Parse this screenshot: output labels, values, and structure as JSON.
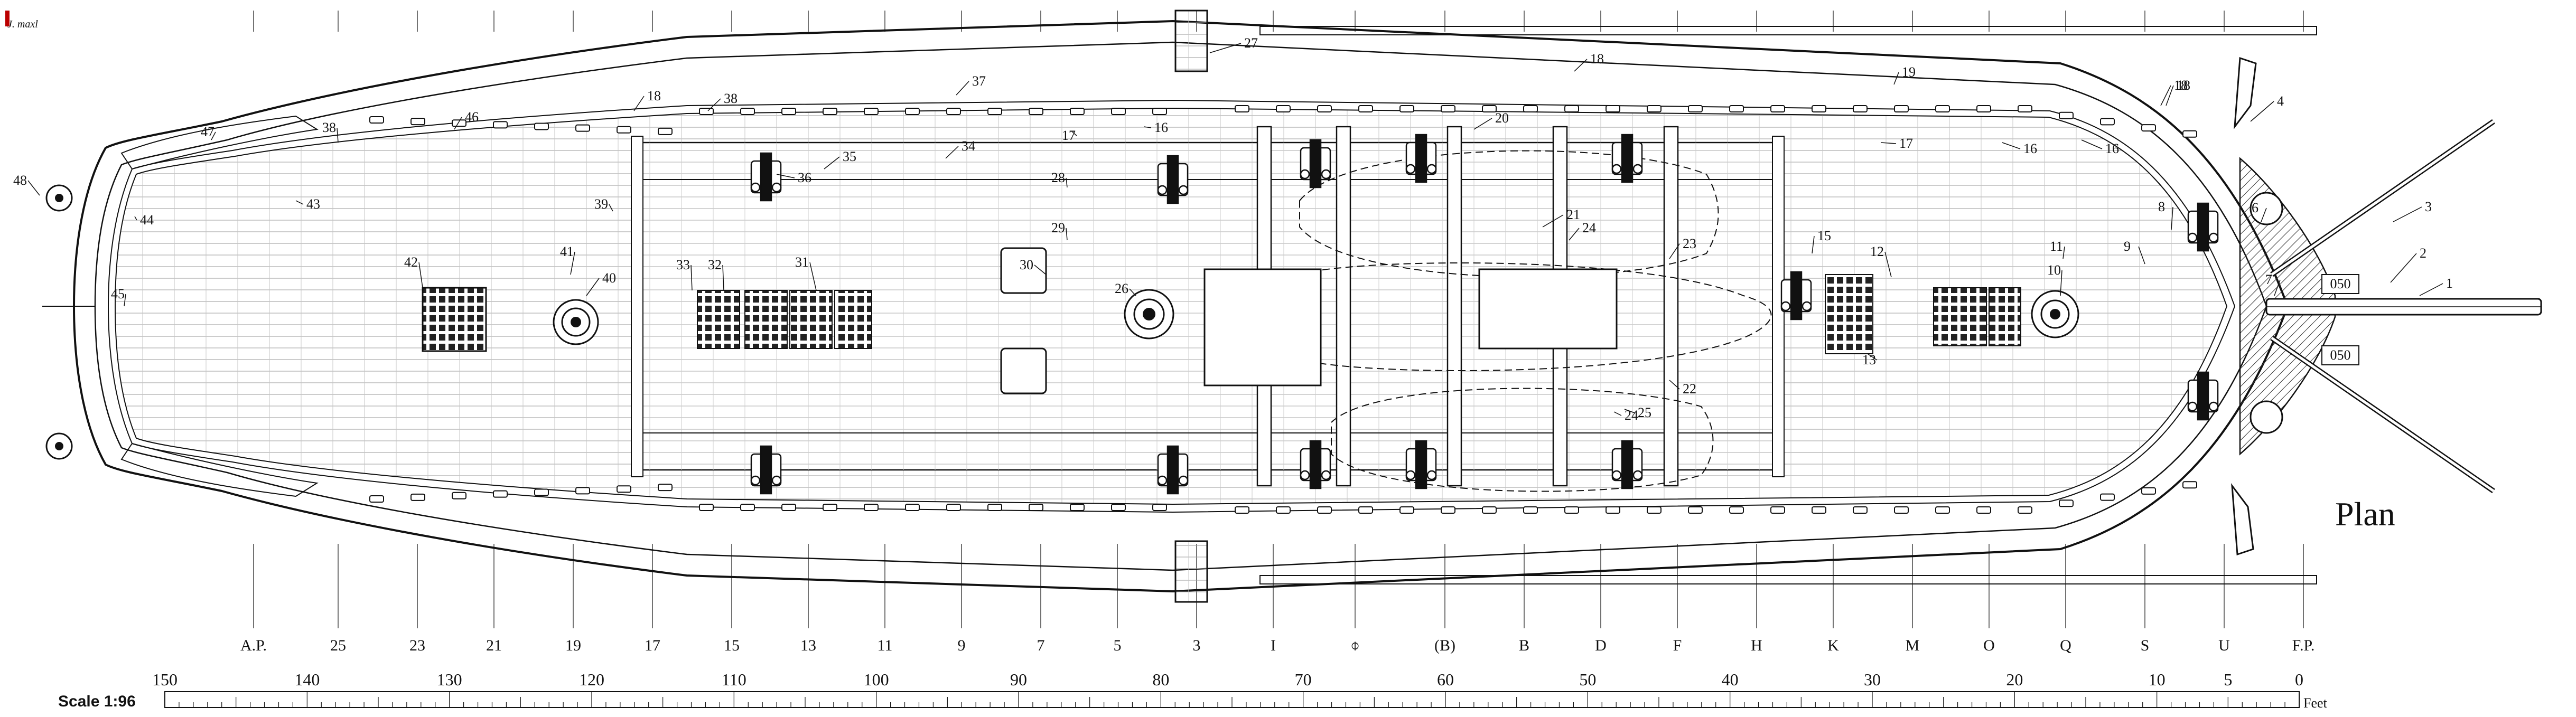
{
  "title": "Plan",
  "signature": "J. maxl",
  "scale_label": "Scale 1:96",
  "units_label": "Feet",
  "scale_ticks": [
    "150",
    "140",
    "130",
    "120",
    "110",
    "100",
    "90",
    "80",
    "70",
    "60",
    "50",
    "40",
    "30",
    "20",
    "10",
    "5",
    "0"
  ],
  "stations": [
    "A.P.",
    "25",
    "23",
    "21",
    "19",
    "17",
    "15",
    "13",
    "11",
    "9",
    "7",
    "5",
    "3",
    "I",
    "⌽",
    "(B)",
    "B",
    "D",
    "F",
    "H",
    "K",
    "M",
    "O",
    "Q",
    "S",
    "U",
    "F.P."
  ],
  "callouts": [
    "1",
    "2",
    "3",
    "4",
    "6",
    "7",
    "8",
    "9",
    "10",
    "11",
    "12",
    "13",
    "15",
    "16",
    "16",
    "16",
    "17",
    "17",
    "18",
    "18",
    "18",
    "18",
    "19",
    "20",
    "21",
    "22",
    "23",
    "24",
    "24",
    "25",
    "26",
    "27",
    "28",
    "29",
    "30",
    "31",
    "32",
    "33",
    "34",
    "35",
    "36",
    "37",
    "38",
    "38",
    "39",
    "40",
    "41",
    "42",
    "43",
    "44",
    "45",
    "46",
    "47",
    "48"
  ],
  "plate_labels": [
    "050",
    "050"
  ]
}
